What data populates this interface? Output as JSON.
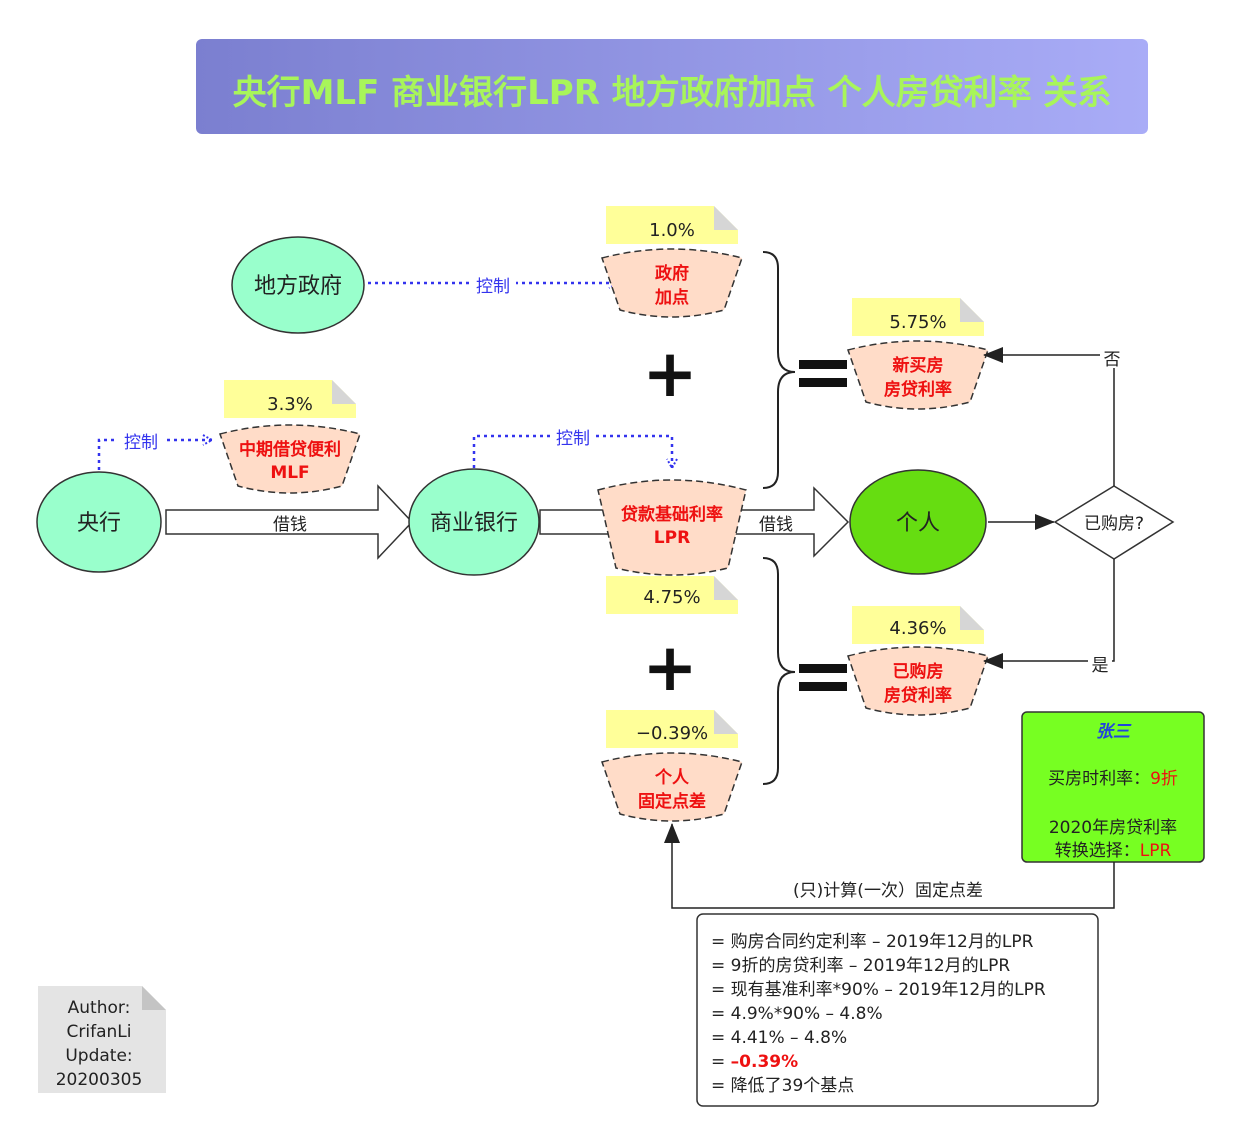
{
  "title": "央行MLF 商业银行LPR 地方政府加点 个人房贷利率 关系",
  "nodes": {
    "local_gov": "地方政府",
    "central_bank": "央行",
    "commercial_bank": "商业银行",
    "person": "个人",
    "decision": "已购房?"
  },
  "labels": {
    "control_gov": "控制",
    "control_cb": "控制",
    "control_bank": "控制",
    "borrow_1": "借钱",
    "borrow_2": "借钱",
    "no": "否",
    "yes": "是",
    "fixed_spread_calc": "(只)计算(一次）固定点差"
  },
  "rates": {
    "gov_add": {
      "value": "1.0%",
      "line1": "政府",
      "line2": "加点"
    },
    "mlf": {
      "value": "3.3%",
      "line1": "中期借贷便利",
      "line2": "MLF"
    },
    "lpr": {
      "value": "4.75%",
      "line1": "贷款基础利率",
      "line2": "LPR"
    },
    "new_buy": {
      "value": "5.75%",
      "line1": "新买房",
      "line2": "房贷利率"
    },
    "bought": {
      "value": "4.36%",
      "line1": "已购房",
      "line2": "房贷利率"
    },
    "personal_fixed": {
      "value": "−0.39%",
      "line1": "个人",
      "line2": "固定点差"
    }
  },
  "operators": {
    "plus": "+",
    "equals": "="
  },
  "person_card": {
    "name": "张三",
    "line1_label": "买房时利率：",
    "line1_value": "9折",
    "line2": "2020年房贷利率",
    "line3_label": "转换选择：",
    "line3_value": "LPR"
  },
  "formula": [
    "= 购房合同约定利率 – 2019年12月的LPR",
    "= 9折的房贷利率  –  2019年12月的LPR",
    "= 现有基准利率*90%  –  2019年12月的LPR",
    "= 4.9%*90%  –  4.8%",
    "= 4.41%  –  4.8%",
    "= ",
    "–0.39%",
    "= 降低了39个基点"
  ],
  "author_note": {
    "line1": "Author:",
    "line2": "CrifanLi",
    "line3": "Update:",
    "line4": "20200305"
  },
  "colors": {
    "title_text": "#a8f55a",
    "node_fill": "#99ffcc",
    "person_fill": "#66dd11",
    "rate_fill": "#ffdcc8",
    "value_fill": "#ffff99",
    "control_blue": "#3333ee",
    "red": "#ee1111"
  }
}
